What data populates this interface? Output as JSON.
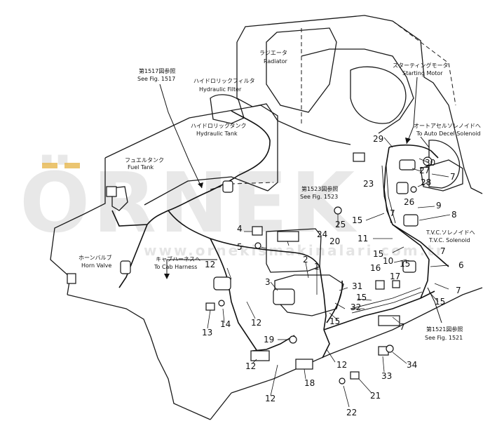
{
  "watermark": {
    "brand": "ÖRNEK",
    "site": "www.ornekismakinalari.com.tr"
  },
  "labels": {
    "radiator_jp": "ラジエータ",
    "radiator_en": "Radiator",
    "fig1517_jp": "第1517図参照",
    "fig1517_en": "See Fig. 1517",
    "hyd_filter_jp": "ハイドロリックフィルタ",
    "hyd_filter_en": "Hydraulic Filter",
    "hyd_tank_jp": "ハイドロリックタンク",
    "hyd_tank_en": "Hydraulic Tank",
    "fuel_tank_jp": "フュエルタンク",
    "fuel_tank_en": "Fuel Tank",
    "starting_motor_jp": "スターティングモータ",
    "starting_motor_en": "Starting Motor",
    "auto_decel_jp": "オートアセルソレノイドへ",
    "auto_decel_en": "To Auto Decel Solenoid",
    "fig1523_jp": "第1523図参照",
    "fig1523_en": "See Fig. 1523",
    "tvc_jp": "T.V.C.ソレノイドへ",
    "tvc_en": "T.V.C. Solenoid",
    "horn_valve_jp": "ホーンバルブ",
    "horn_valve_en": "Horn Valve",
    "cab_harness_jp": "キャブハーネスへ",
    "cab_harness_en": "To Cab Harness",
    "fig1521_jp": "第1521図参照",
    "fig1521_en": "See Fig. 1521"
  },
  "callouts": [
    "29",
    "30",
    "27",
    "28",
    "7",
    "9",
    "8",
    "7",
    "23",
    "15",
    "25",
    "26",
    "24",
    "4",
    "5",
    "20",
    "11",
    "15",
    "10",
    "15",
    "6",
    "7",
    "16",
    "17",
    "7",
    "15",
    "12",
    "3",
    "2",
    "1",
    "31",
    "32",
    "15",
    "15",
    "7",
    "13",
    "14",
    "12",
    "19",
    "12",
    "12",
    "18",
    "12",
    "33",
    "34",
    "21",
    "22"
  ]
}
